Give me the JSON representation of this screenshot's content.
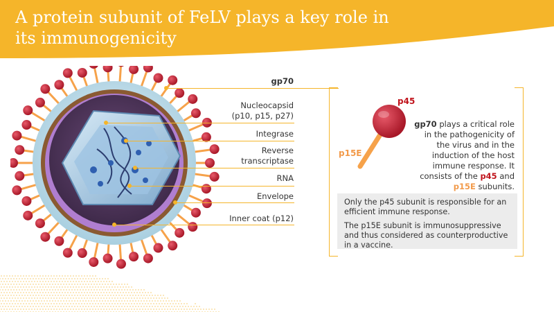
{
  "title": "A protein subunit of FeLV plays a key role in its immunogenicity",
  "labels": {
    "gp70": "gp70",
    "nucleocapsid_1": "Nucleocapsid",
    "nucleocapsid_2": "(p10, p15, p27)",
    "integrase": "Integrase",
    "reverse_1": "Reverse",
    "reverse_2": "transcriptase",
    "rna": "RNA",
    "envelope": "Envelope",
    "inner_coat": "Inner coat (p12)"
  },
  "protein": {
    "p45": "p45",
    "p15e": "p15E"
  },
  "description": {
    "name": "gp70",
    "t1": " plays a critical role in the pathogenicity of the virus and in the induction of the host immune response. It consists of the ",
    "p45": "p45",
    "t2": " and ",
    "p15e": "p15E",
    "t3": " subunits."
  },
  "notes": {
    "line1": "Only the p45 subunit is responsible for an efficient immune response.",
    "line2": "The p15E subunit is immunosuppressive and thus considered as counterproductive in a vaccine."
  },
  "colors": {
    "banner": "#f5b52a",
    "accent": "#f5b52a",
    "p45": "#c0141c",
    "p15e": "#f29a4a",
    "spike_head": "#c0203a"
  }
}
